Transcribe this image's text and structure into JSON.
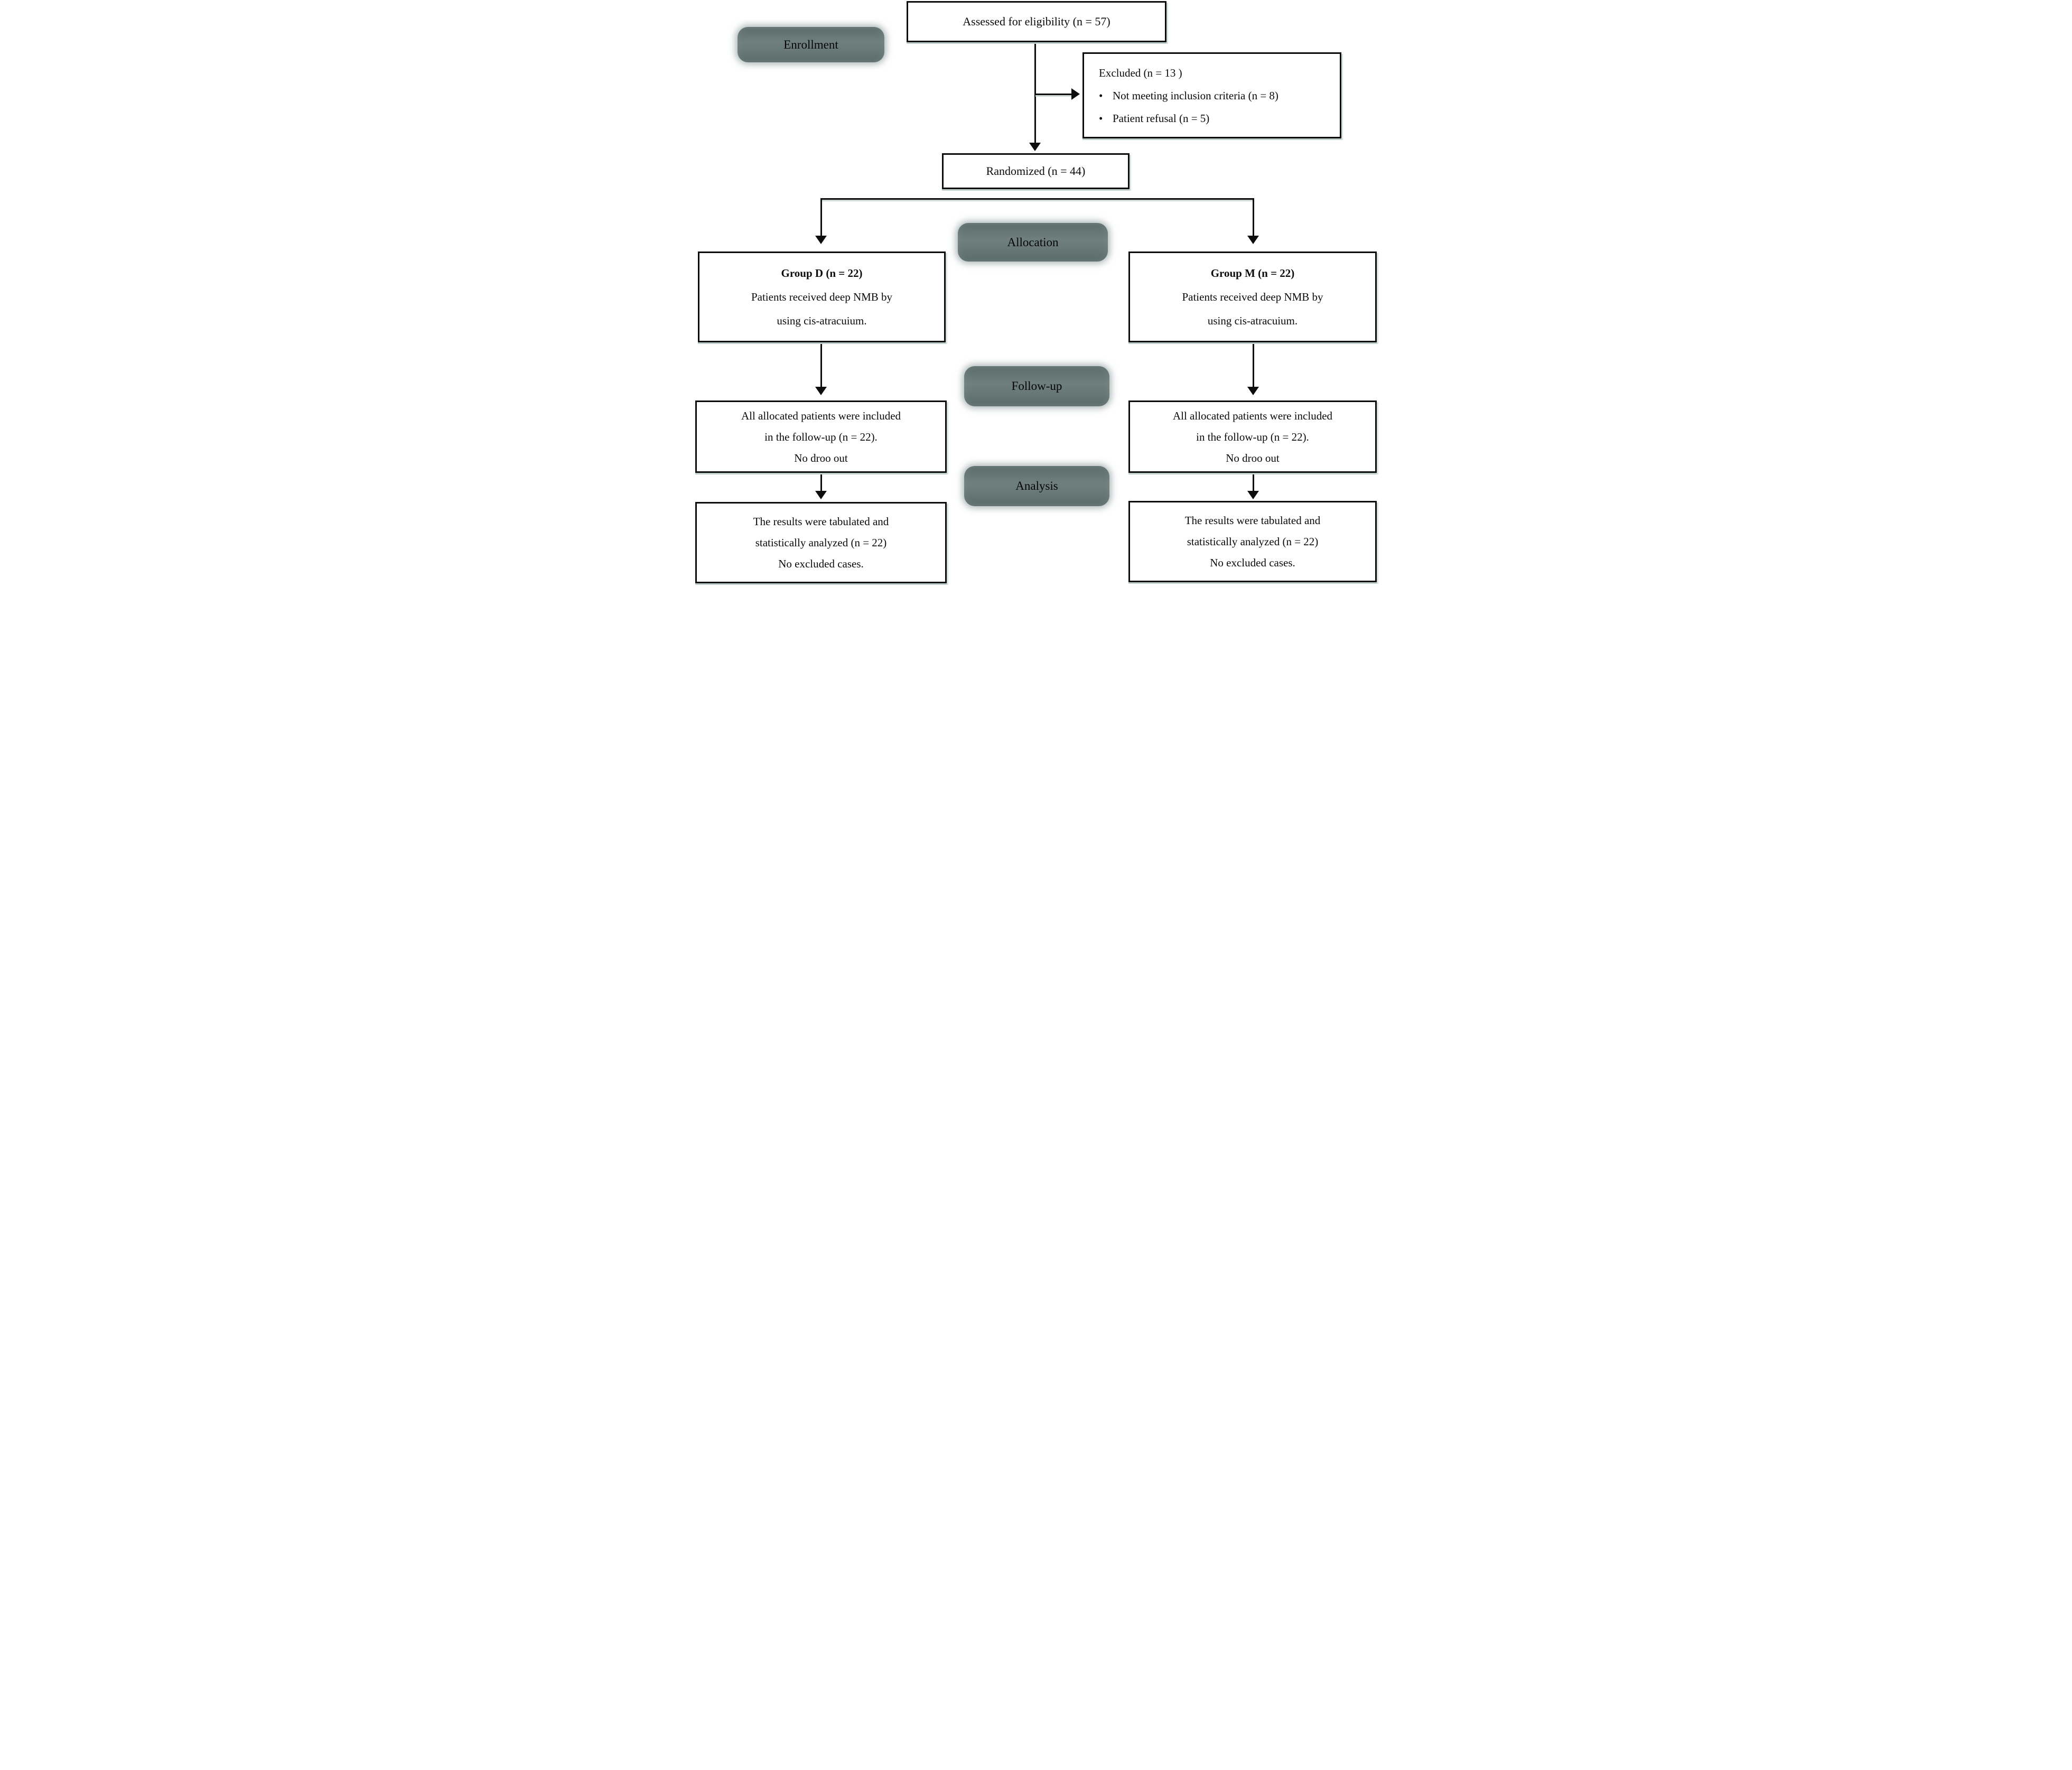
{
  "flow": {
    "assessed": {
      "text": "Assessed for eligibility (n = 57)"
    },
    "excluded": {
      "title": "Excluded (n = 13 )",
      "bullet": "•",
      "items": [
        "Not meeting inclusion criteria (n = 8)",
        "Patient refusal (n = 5)"
      ]
    },
    "randomized": {
      "text": "Randomized (n = 44)"
    },
    "stage_labels": {
      "enrollment": "Enrollment",
      "allocation": "Allocation",
      "followup": "Follow-up",
      "analysis": "Analysis"
    },
    "group_d": {
      "title": "Group D (n = 22)",
      "line1": "Patients received deep NMB by",
      "line2": "using cis-atracuium."
    },
    "group_m": {
      "title": "Group M (n = 22)",
      "line1": "Patients received deep NMB by",
      "line2": "using cis-atracuium."
    },
    "followup_left": {
      "line1": "All allocated patients were included",
      "line2": "in the follow-up (n = 22).",
      "line3": "No droo out"
    },
    "followup_right": {
      "line1": "All allocated patients were included",
      "line2": "in the follow-up (n = 22).",
      "line3": "No droo out"
    },
    "analysis_left": {
      "line1": "The results were tabulated and",
      "line2": "statistically analyzed (n = 22)",
      "line3": "No excluded cases."
    },
    "analysis_right": {
      "line1": "The results were tabulated and",
      "line2": "statistically analyzed (n = 22)",
      "line3": "No excluded cases."
    }
  },
  "colors": {
    "stage_label_bg": "#667876",
    "box_border": "#0c0c0c",
    "box_shadow": "#c0cfce",
    "text": "#0a0a0a",
    "background": "#ffffff"
  }
}
